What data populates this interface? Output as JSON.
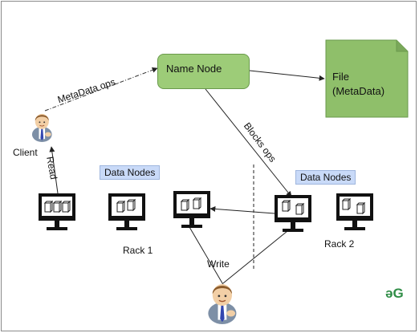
{
  "diagram": {
    "name_node": "Name Node",
    "file_metadata": [
      "File",
      "(MetaData)"
    ],
    "edges": {
      "metadata_ops": "MetaData ops.",
      "blocks_ops": "Blocks ops",
      "read": "Read",
      "write": "Write"
    },
    "client_label": "Client",
    "data_nodes_left": "Data Nodes",
    "data_nodes_right": "Data Nodes",
    "rack1": "Rack 1",
    "rack2": "Rack 2",
    "logo": "əG",
    "colors": {
      "name_node_fill": "#9dcc78",
      "file_fill": "#8fbf6a",
      "data_nodes_label_fill": "#c9daf8",
      "logo": "#2f8d46"
    }
  }
}
